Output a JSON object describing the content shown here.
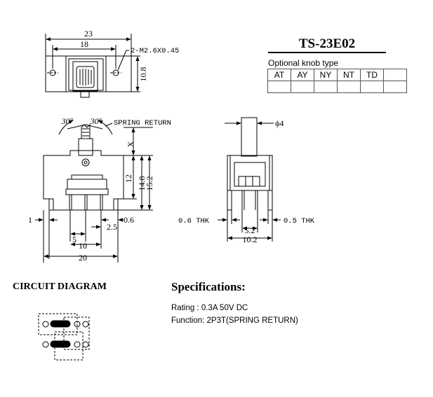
{
  "part_number": "TS-23E02",
  "knob": {
    "heading": "Optional knob type",
    "types": [
      "AT",
      "AY",
      "NY",
      "NT",
      "TD",
      ""
    ]
  },
  "top_view": {
    "dim_overall": "23",
    "dim_holes": "18",
    "screw_note": "2-M2.6X0.45",
    "dim_height": "10.8"
  },
  "front_view": {
    "angle_left": "30°",
    "angle_right": "30°",
    "spring_note": "SPRING RETURN",
    "dim_x": "X",
    "dim_12": "12",
    "dim_14_8": "14.8",
    "dim_15_2": "15.2",
    "dim_1": "1",
    "dim_2_5": "2.5",
    "dim_0_6": "0.6",
    "dim_5": "5",
    "dim_10": "10",
    "dim_20": "20"
  },
  "side_view": {
    "dim_phi": "ϕ4",
    "thk_left": "0.6  THK",
    "thk_right": "0.5  THK",
    "dim_5_2": "5.2",
    "dim_10_2": "10.2"
  },
  "circuit": {
    "heading": "CIRCUIT DIAGRAM"
  },
  "specifications": {
    "heading": "Specifications:",
    "rating": "Rating : 0.3A 50V DC",
    "function": "Function: 2P3T(SPRING RETURN)"
  }
}
